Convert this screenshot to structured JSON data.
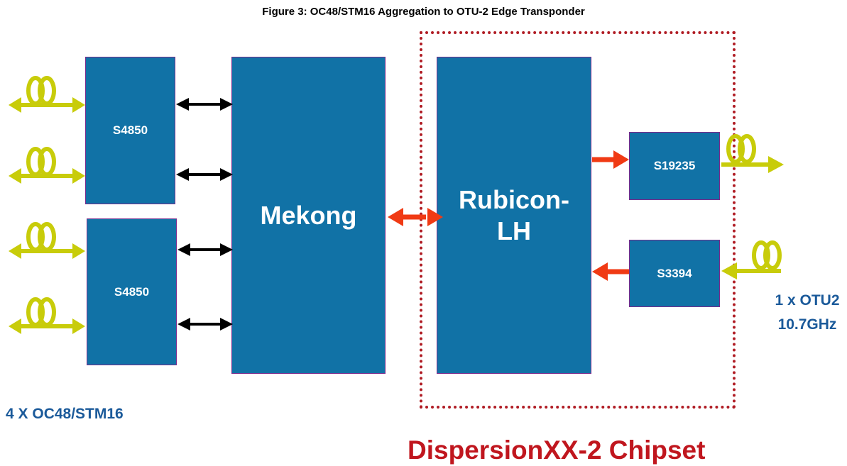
{
  "figure": {
    "title": "Figure 3: OC48/STM16 Aggregation to OTU-2 Edge Transponder"
  },
  "blocks": {
    "s4850_a": "S4850",
    "s4850_b": "S4850",
    "mekong": "Mekong",
    "rubicon": "Rubicon-\nLH",
    "s19235": "S19235",
    "s3394": "S3394"
  },
  "labels": {
    "input_rate": "4 X OC48/STM16",
    "output_rate_line1": "1 x OTU2",
    "output_rate_line2": "10.7GHz",
    "chipset": "DispersionXX-2 Chipset"
  },
  "colors": {
    "block_fill": "#1172a6",
    "block_border": "#7a2a8c",
    "fiber": "#c8cc0a",
    "bidir_arrow_black": "#000000",
    "bidir_arrow_red": "#f03a14",
    "chipset_border": "#b01c24",
    "label_blue": "#1b5a9a",
    "label_red": "#c0161e"
  },
  "icons": {
    "fiber": "fiber-coil-icon",
    "arrow": "bidirectional-arrow-icon"
  }
}
